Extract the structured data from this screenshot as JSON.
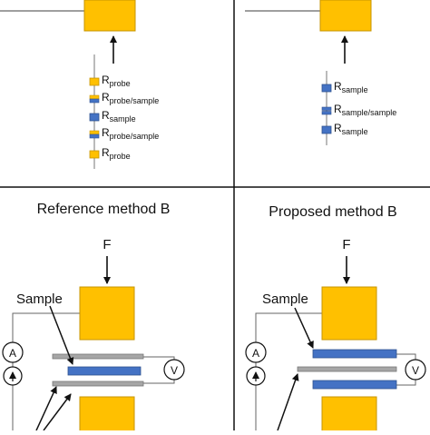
{
  "colors": {
    "electrode": "#FFC000",
    "electrode_stroke": "#C79400",
    "sample": "#4472C4",
    "sample_stroke": "#2F528F",
    "probe_plate": "#A6A6A6",
    "line": "#444444",
    "divider": "#111111"
  },
  "top_left": {
    "resistors": [
      {
        "main": "R",
        "sub": "probe"
      },
      {
        "main": "R",
        "sub": "probe/sample"
      },
      {
        "main": "R",
        "sub": "sample"
      },
      {
        "main": "R",
        "sub": "probe/sample"
      },
      {
        "main": "R",
        "sub": "probe"
      }
    ]
  },
  "top_right": {
    "resistors": [
      {
        "main": "R",
        "sub": "sample"
      },
      {
        "main": "R",
        "sub": "sample/sample"
      },
      {
        "main": "R",
        "sub": "sample"
      }
    ]
  },
  "bottom_left": {
    "title": "Reference method B",
    "force_label": "F",
    "sample_label": "Sample",
    "ammeter_label": "A",
    "voltmeter_label": "V"
  },
  "bottom_right": {
    "title": "Proposed method B",
    "force_label": "F",
    "sample_label": "Sample",
    "ammeter_label": "A",
    "voltmeter_label": "V"
  }
}
